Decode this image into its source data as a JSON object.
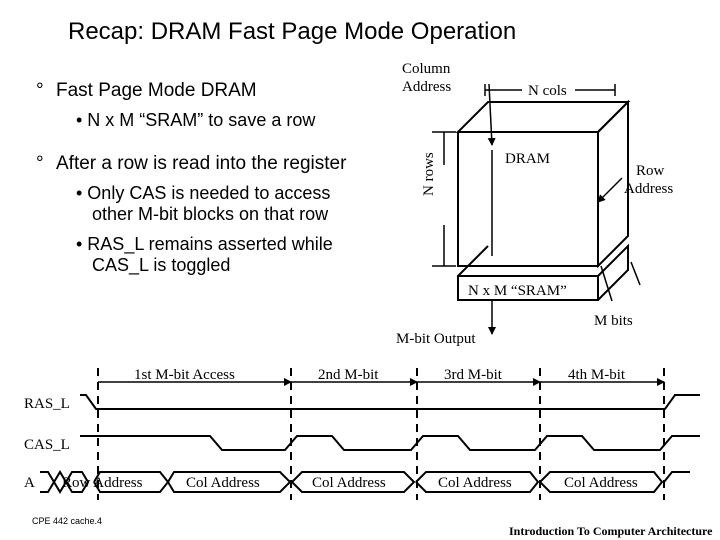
{
  "title": "Recap: DRAM Fast Page Mode Operation",
  "bullets": {
    "b1_marker": "°",
    "b1": "Fast Page Mode DRAM",
    "b1_sub": "• N x M “SRAM” to save a row",
    "b2_marker": "°",
    "b2": "After a row is read into the register",
    "b2_sub1_line1": "• Only CAS is needed to access",
    "b2_sub1_line2": "other M-bit blocks on that row",
    "b2_sub2_line1": "• RAS_L remains asserted while",
    "b2_sub2_line2": "CAS_L is toggled"
  },
  "diagram": {
    "column_address_line1": "Column",
    "column_address_line2": "Address",
    "n_cols": "N cols",
    "n_rows": "N rows",
    "dram": "DRAM",
    "row_address_line1": "Row",
    "row_address_line2": "Address",
    "sram": "N x M “SRAM”",
    "m_bits": "M bits",
    "mbit_output": "M-bit Output"
  },
  "timing": {
    "access_labels": [
      "1st M-bit Access",
      "2nd M-bit",
      "3rd M-bit",
      "4th M-bit"
    ],
    "ras_label": "RAS_L",
    "cas_label": "CAS_L",
    "a_label": "A",
    "address_labels": [
      "Row Address",
      "Col Address",
      "Col Address",
      "Col Address",
      "Col Address"
    ]
  },
  "footer": {
    "left": "CPE 442  cache.4",
    "right": "Introduction To Computer Architecture"
  }
}
